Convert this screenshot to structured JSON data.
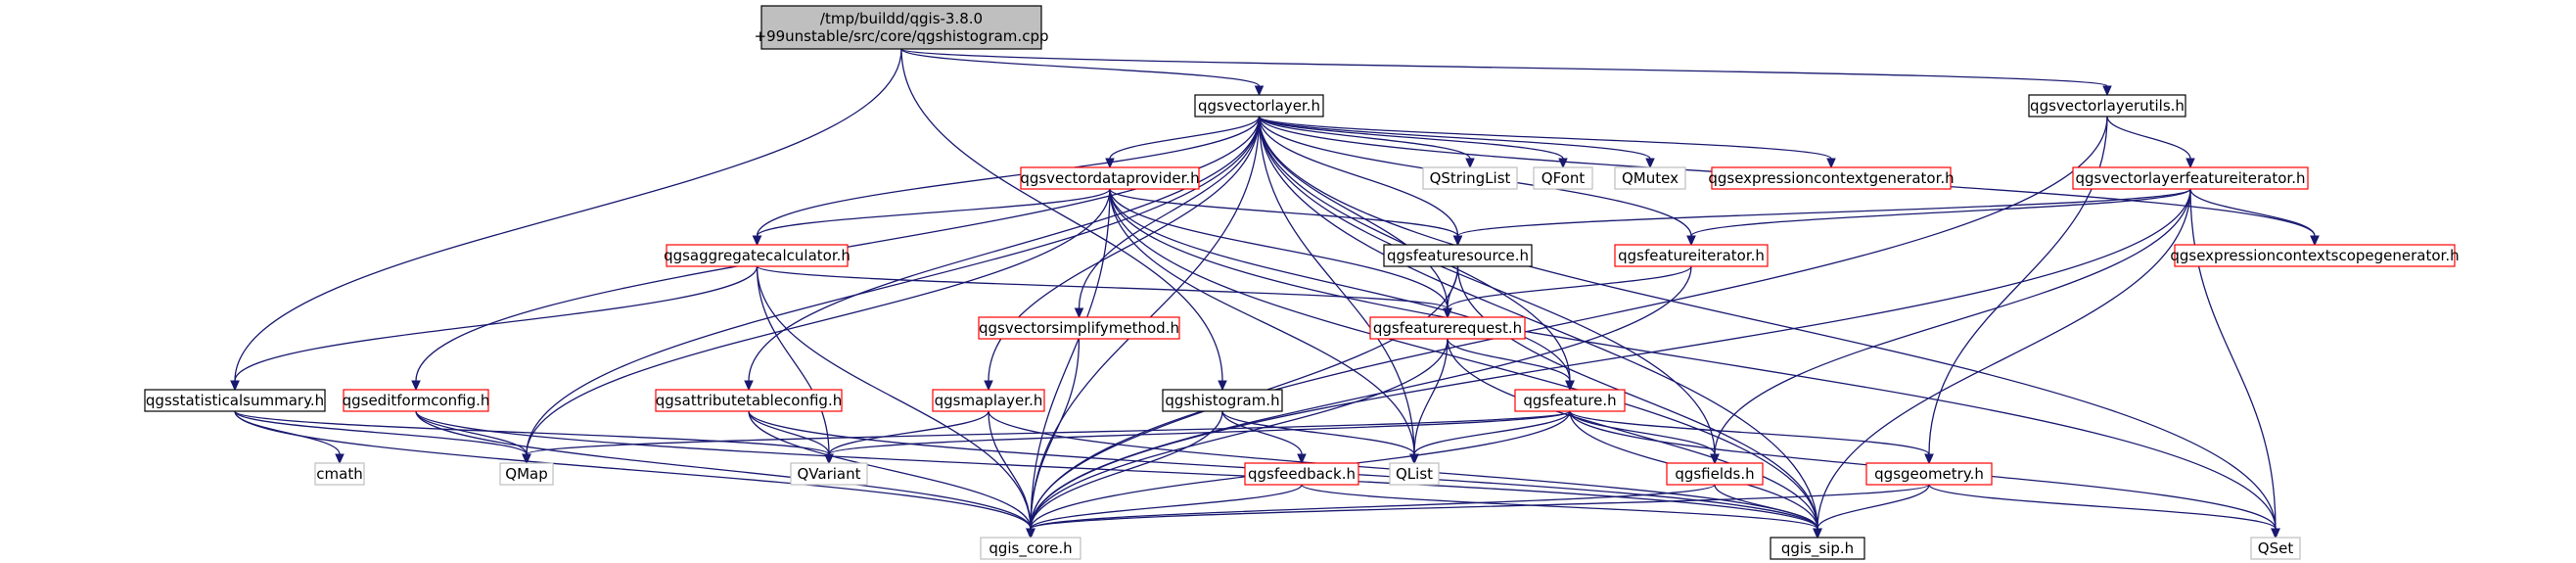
{
  "colors": {
    "root_fill": "#bfbfbf",
    "documented_border": "#000000",
    "undocumented_border": "#ff0000",
    "external_border": "#bfbfbf",
    "edge": "#191970"
  },
  "diagram": {
    "nodes": [
      {
        "id": "root",
        "lines": [
          "/tmp/buildd/qgis-3.8.0",
          "+99unstable/src/core/qgshistogram.cpp"
        ],
        "kind": "root"
      },
      {
        "id": "qgsvectorlayer",
        "lines": [
          "qgsvectorlayer.h"
        ],
        "kind": "doc"
      },
      {
        "id": "qgsvectorlayerutils",
        "lines": [
          "qgsvectorlayerutils.h"
        ],
        "kind": "doc"
      },
      {
        "id": "qgsvectordataprovider",
        "lines": [
          "qgsvectordataprovider.h"
        ],
        "kind": "red"
      },
      {
        "id": "qstringlist",
        "lines": [
          "QStringList"
        ],
        "kind": "ext"
      },
      {
        "id": "qfont",
        "lines": [
          "QFont"
        ],
        "kind": "ext"
      },
      {
        "id": "qmutex",
        "lines": [
          "QMutex"
        ],
        "kind": "ext"
      },
      {
        "id": "qgsexprctxgen",
        "lines": [
          "qgsexpressioncontextgenerator.h"
        ],
        "kind": "red"
      },
      {
        "id": "qgsvlfeatit",
        "lines": [
          "qgsvectorlayerfeatureiterator.h"
        ],
        "kind": "red"
      },
      {
        "id": "qgsaggcalc",
        "lines": [
          "qgsaggregatecalculator.h"
        ],
        "kind": "red"
      },
      {
        "id": "qgsfeaturesource",
        "lines": [
          "qgsfeaturesource.h"
        ],
        "kind": "doc"
      },
      {
        "id": "qgsfeatureiterator",
        "lines": [
          "qgsfeatureiterator.h"
        ],
        "kind": "red"
      },
      {
        "id": "qgsexprctxscopegen",
        "lines": [
          "qgsexpressioncontextscopegenerator.h"
        ],
        "kind": "red"
      },
      {
        "id": "qgsvectorsimplify",
        "lines": [
          "qgsvectorsimplifymethod.h"
        ],
        "kind": "red"
      },
      {
        "id": "qgsfeaturerequest",
        "lines": [
          "qgsfeaturerequest.h"
        ],
        "kind": "red"
      },
      {
        "id": "qgsstatsummary",
        "lines": [
          "qgsstatisticalsummary.h"
        ],
        "kind": "doc"
      },
      {
        "id": "qgseditformconfig",
        "lines": [
          "qgseditformconfig.h"
        ],
        "kind": "red"
      },
      {
        "id": "qgsattrtableconfig",
        "lines": [
          "qgsattributetableconfig.h"
        ],
        "kind": "red"
      },
      {
        "id": "qgsmaplayer",
        "lines": [
          "qgsmaplayer.h"
        ],
        "kind": "red"
      },
      {
        "id": "qgshistogram",
        "lines": [
          "qgshistogram.h"
        ],
        "kind": "doc"
      },
      {
        "id": "qgsfeature",
        "lines": [
          "qgsfeature.h"
        ],
        "kind": "red"
      },
      {
        "id": "cmath",
        "lines": [
          "cmath"
        ],
        "kind": "ext"
      },
      {
        "id": "qmap",
        "lines": [
          "QMap"
        ],
        "kind": "ext"
      },
      {
        "id": "qvariant",
        "lines": [
          "QVariant"
        ],
        "kind": "ext"
      },
      {
        "id": "qgsfeedback",
        "lines": [
          "qgsfeedback.h"
        ],
        "kind": "red"
      },
      {
        "id": "qlist",
        "lines": [
          "QList"
        ],
        "kind": "ext"
      },
      {
        "id": "qgsfields",
        "lines": [
          "qgsfields.h"
        ],
        "kind": "red"
      },
      {
        "id": "qgsgeometry",
        "lines": [
          "qgsgeometry.h"
        ],
        "kind": "red"
      },
      {
        "id": "qgiscore",
        "lines": [
          "qgis_core.h"
        ],
        "kind": "ext"
      },
      {
        "id": "qgissip",
        "lines": [
          "qgis_sip.h"
        ],
        "kind": "doc"
      },
      {
        "id": "qset",
        "lines": [
          "QSet"
        ],
        "kind": "ext"
      }
    ],
    "edges": [
      [
        "root",
        "qgsvectorlayer"
      ],
      [
        "root",
        "qgsvectorlayerutils"
      ],
      [
        "root",
        "qgsstatsummary"
      ],
      [
        "root",
        "qgshistogram"
      ],
      [
        "qgsvectorlayer",
        "qgsvectordataprovider"
      ],
      [
        "qgsvectorlayer",
        "qstringlist"
      ],
      [
        "qgsvectorlayer",
        "qfont"
      ],
      [
        "qgsvectorlayer",
        "qmutex"
      ],
      [
        "qgsvectorlayer",
        "qgsexprctxgen"
      ],
      [
        "qgsvectorlayer",
        "qgsaggcalc"
      ],
      [
        "qgsvectorlayer",
        "qgsfeaturesource"
      ],
      [
        "qgsvectorlayer",
        "qgsfeatureiterator"
      ],
      [
        "qgsvectorlayer",
        "qgsexprctxscopegen"
      ],
      [
        "qgsvectorlayer",
        "qgsvectorsimplify"
      ],
      [
        "qgsvectorlayer",
        "qgsfeaturerequest"
      ],
      [
        "qgsvectorlayer",
        "qgseditformconfig"
      ],
      [
        "qgsvectorlayer",
        "qgsattrtableconfig"
      ],
      [
        "qgsvectorlayer",
        "qgsmaplayer"
      ],
      [
        "qgsvectorlayer",
        "qgsfeature"
      ],
      [
        "qgsvectorlayer",
        "qmap"
      ],
      [
        "qgsvectorlayer",
        "qlist"
      ],
      [
        "qgsvectorlayer",
        "qgsfields"
      ],
      [
        "qgsvectorlayer",
        "qgiscore"
      ],
      [
        "qgsvectorlayer",
        "qgissip"
      ],
      [
        "qgsvectorlayer",
        "qset"
      ],
      [
        "qgsvectorlayerutils",
        "qgsvlfeatit"
      ],
      [
        "qgsvectorlayerutils",
        "qgiscore"
      ],
      [
        "qgsvectorlayerutils",
        "qgsgeometry"
      ],
      [
        "qgsvectordataprovider",
        "qgsaggcalc"
      ],
      [
        "qgsvectordataprovider",
        "qgsfeaturesource"
      ],
      [
        "qgsvectordataprovider",
        "qgsfeaturerequest"
      ],
      [
        "qgsvectordataprovider",
        "qgsfeature"
      ],
      [
        "qgsvectordataprovider",
        "qmap"
      ],
      [
        "qgsvectordataprovider",
        "qlist"
      ],
      [
        "qgsvectordataprovider",
        "qgiscore"
      ],
      [
        "qgsvectordataprovider",
        "qgissip"
      ],
      [
        "qgsvectordataprovider",
        "qset"
      ],
      [
        "qgsvlfeatit",
        "qgsfeaturesource"
      ],
      [
        "qgsvlfeatit",
        "qgsfeatureiterator"
      ],
      [
        "qgsvlfeatit",
        "qgsexprctxscopegen"
      ],
      [
        "qgsvlfeatit",
        "qgsfields"
      ],
      [
        "qgsvlfeatit",
        "qgiscore"
      ],
      [
        "qgsvlfeatit",
        "qgissip"
      ],
      [
        "qgsvlfeatit",
        "qset"
      ],
      [
        "qgsaggcalc",
        "qgsfeaturerequest"
      ],
      [
        "qgsaggcalc",
        "qgsstatsummary"
      ],
      [
        "qgsaggcalc",
        "qvariant"
      ],
      [
        "qgsaggcalc",
        "qgiscore"
      ],
      [
        "qgsfeaturesource",
        "qgsfeaturerequest"
      ],
      [
        "qgsfeaturesource",
        "qgiscore"
      ],
      [
        "qgsfeaturesource",
        "qgissip"
      ],
      [
        "qgsfeatureiterator",
        "qgsfeaturerequest"
      ],
      [
        "qgsfeatureiterator",
        "qgiscore"
      ],
      [
        "qgsvectorsimplify",
        "qgiscore"
      ],
      [
        "qgsfeaturerequest",
        "qgsfeature"
      ],
      [
        "qgsfeaturerequest",
        "qlist"
      ],
      [
        "qgsfeaturerequest",
        "qgiscore"
      ],
      [
        "qgsfeaturerequest",
        "qgissip"
      ],
      [
        "qgsstatsummary",
        "cmath"
      ],
      [
        "qgsstatsummary",
        "qmap"
      ],
      [
        "qgsstatsummary",
        "qvariant"
      ],
      [
        "qgsstatsummary",
        "qgiscore"
      ],
      [
        "qgseditformconfig",
        "qmap"
      ],
      [
        "qgseditformconfig",
        "qgiscore"
      ],
      [
        "qgseditformconfig",
        "qgissip"
      ],
      [
        "qgsattrtableconfig",
        "qvariant"
      ],
      [
        "qgsattrtableconfig",
        "qgiscore"
      ],
      [
        "qgsattrtableconfig",
        "qgissip"
      ],
      [
        "qgsmaplayer",
        "qvariant"
      ],
      [
        "qgsmaplayer",
        "qgiscore"
      ],
      [
        "qgsmaplayer",
        "qgissip"
      ],
      [
        "qgshistogram",
        "qgsfeedback"
      ],
      [
        "qgshistogram",
        "qlist"
      ],
      [
        "qgshistogram",
        "qgiscore"
      ],
      [
        "qgsfeature",
        "qmap"
      ],
      [
        "qgsfeature",
        "qvariant"
      ],
      [
        "qgsfeature",
        "qlist"
      ],
      [
        "qgsfeature",
        "qgsfields"
      ],
      [
        "qgsfeature",
        "qgsgeometry"
      ],
      [
        "qgsfeature",
        "qgiscore"
      ],
      [
        "qgsfeature",
        "qgissip"
      ],
      [
        "qgsfeature",
        "qset"
      ],
      [
        "qgsfeedback",
        "qgiscore"
      ],
      [
        "qgsfeedback",
        "qgissip"
      ],
      [
        "qgsfields",
        "qgiscore"
      ],
      [
        "qgsfields",
        "qgissip"
      ],
      [
        "qgsgeometry",
        "qgiscore"
      ],
      [
        "qgsgeometry",
        "qgissip"
      ],
      [
        "qgsgeometry",
        "qset"
      ]
    ]
  }
}
